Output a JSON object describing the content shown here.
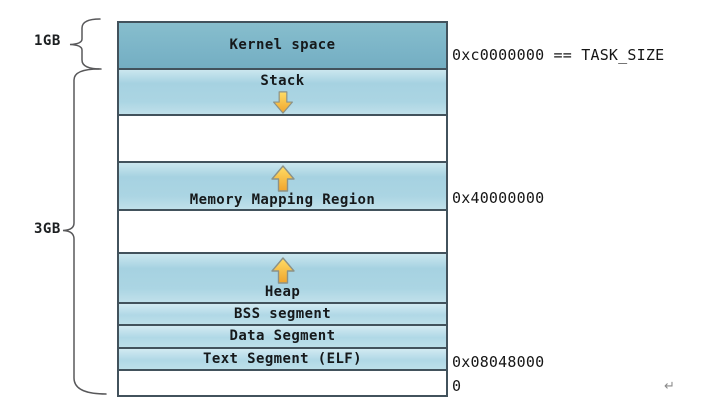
{
  "diagram": {
    "kind": "linux-process-virtual-memory-layout",
    "size_labels": {
      "gb1": "1GB",
      "gb3": "3GB"
    },
    "segments": {
      "kernel": {
        "label": "Kernel space",
        "arrow": "none"
      },
      "stack": {
        "label": "Stack",
        "arrow": "down"
      },
      "mmap": {
        "label": "Memory Mapping Region",
        "arrow": "up"
      },
      "heap": {
        "label": "Heap",
        "arrow": "up"
      },
      "bss": {
        "label": "BSS segment",
        "arrow": "none"
      },
      "data": {
        "label": "Data Segment",
        "arrow": "none"
      },
      "text": {
        "label": "Text Segment (ELF)",
        "arrow": "none"
      }
    },
    "addresses": {
      "task_size": "0xc0000000 == TASK_SIZE",
      "mmap_base": "0x40000000",
      "text_start": "0x08048000",
      "zero": "0"
    },
    "return_mark": "↵",
    "icons": [
      "arrow-down-icon",
      "arrow-up-icon",
      "brace-left"
    ],
    "colors": {
      "box_border": "#42525c",
      "kernel_fill_top": "#87becd",
      "kernel_fill_bottom": "#74aec2",
      "region_fill_top": "#cbe7ef",
      "region_fill_body": "#a6d2e1",
      "row_fill": "#b0d8e6",
      "arrow_fill_top": "#ffdd66",
      "arrow_fill_bottom": "#f0a42c",
      "arrow_border": "#8b9288",
      "text_ink": "#16191b",
      "brace_stroke": "#58585a",
      "return_mark_gray": "#8a8a8a"
    }
  }
}
